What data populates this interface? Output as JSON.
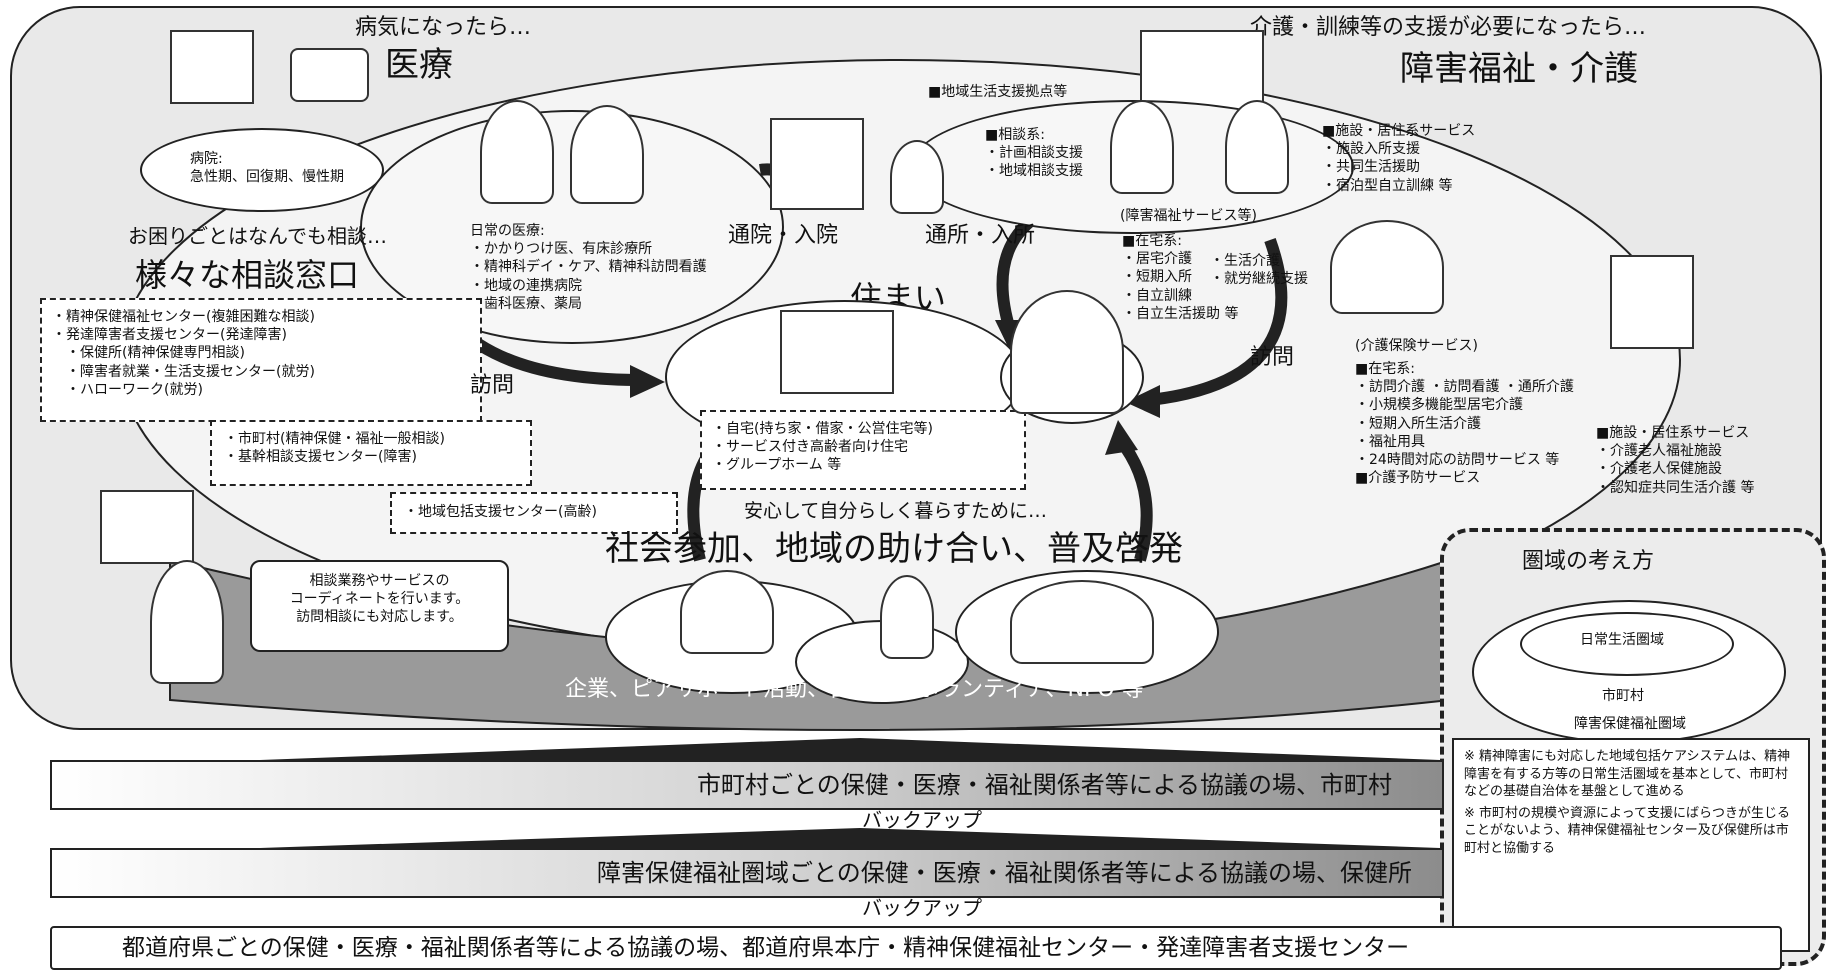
{
  "medical": {
    "if_sick": "病気になったら…",
    "title": "医療",
    "hospital": [
      "病院:",
      "急性期、回復期、慢性期"
    ],
    "daily_care": [
      "日常の医療:",
      "・かかりつけ医、有床診療所",
      "・精神科デイ・ケア、精神科訪問看護",
      "・地域の連携病院",
      "・歯科医療、薬局"
    ]
  },
  "welfare": {
    "if_needed": "介護・訓練等の支援が必要になったら…",
    "title": "障害福祉・介護",
    "base": "■地域生活支援拠点等",
    "consult": [
      "■相談系:",
      "・計画相談支援",
      "・地域相談支援"
    ],
    "service_label": "(障害福祉サービス等)",
    "home_left": [
      "■在宅系:",
      "・居宅介護",
      "・短期入所",
      "・自立訓練",
      "・自立生活援助 等"
    ],
    "home_right": [
      "・生活介護",
      "・就労継続支援"
    ],
    "facility": [
      "■施設・居住系サービス",
      "・施設入所支援",
      "・共同生活援助",
      "・宿泊型自立訓練 等"
    ]
  },
  "care_insurance": {
    "label": "(介護保険サービス)",
    "home": [
      "■在宅系:",
      "・訪問介護 ・訪問看護 ・通所介護",
      "・小規模多機能型居宅介護",
      "・短期入所生活介護",
      "・福祉用具",
      "・24時間対応の訪問サービス 等",
      "■介護予防サービス"
    ],
    "facility": [
      "■施設・居住系サービス",
      "・介護老人福祉施設",
      "・介護老人保健施設",
      "・認知症共同生活介護 等"
    ]
  },
  "consult": {
    "lead": "お困りごとはなんでも相談…",
    "title": "様々な相談窓口",
    "list1": [
      "・精神保健福祉センター(複雑困難な相談)",
      "・発達障害者支援センター(発達障害)",
      "・保健所(精神保健専門相談)",
      "・障害者就業・生活支援センター(就労)",
      "・ハローワーク(就労)"
    ],
    "list2": [
      "・市町村(精神保健・福祉一般相談)",
      "・基幹相談支援センター(障害)"
    ],
    "list3": "・地域包括支援センター(高齢)",
    "bubble": [
      "相談業務やサービスの",
      "コーディネートを行います。",
      "訪問相談にも対応します。"
    ]
  },
  "housing": {
    "title": "住まい",
    "list": [
      "・自宅(持ち家・借家・公営住宅等)",
      "・サービス付き高齢者向け住宅",
      "・グループホーム 等"
    ]
  },
  "flows": {
    "hospital_visit": "通院・入院",
    "day_visit": "通所・入所",
    "visit_left": "訪問",
    "visit_right": "訪問"
  },
  "community": {
    "lead": "安心して自分らしく暮らすために…",
    "title": "社会参加、地域の助け合い、普及啓発",
    "groups": "企業、ピアサポート活動、自治会、ボランティア、NPO 等"
  },
  "zone": {
    "title": "圏域の考え方",
    "daily": "日常生活圏域",
    "city": "市町村",
    "health": "障害保健福祉圏域",
    "note1": "※ 精神障害にも対応した地域包括ケアシステムは、精神障害を有する方等の日常生活圏域を基本として、市町村などの基礎自治体を基盤として進める",
    "note2": "※ 市町村の規模や資源によって支援にばらつきが生じることがないよう、精神保健福祉センター及び保健所は市町村と協働する"
  },
  "bars": {
    "municipal": "市町村ごとの保健・医療・福祉関係者等による協議の場、市町村",
    "backup1": "バックアップ",
    "area": "障害保健福祉圏域ごとの保健・医療・福祉関係者等による協議の場、保健所",
    "backup2": "バックアップ",
    "prefecture": "都道府県ごとの保健・医療・福祉関係者等による協議の場、都道府県本庁・精神保健福祉センター・発達障害者支援センター"
  }
}
